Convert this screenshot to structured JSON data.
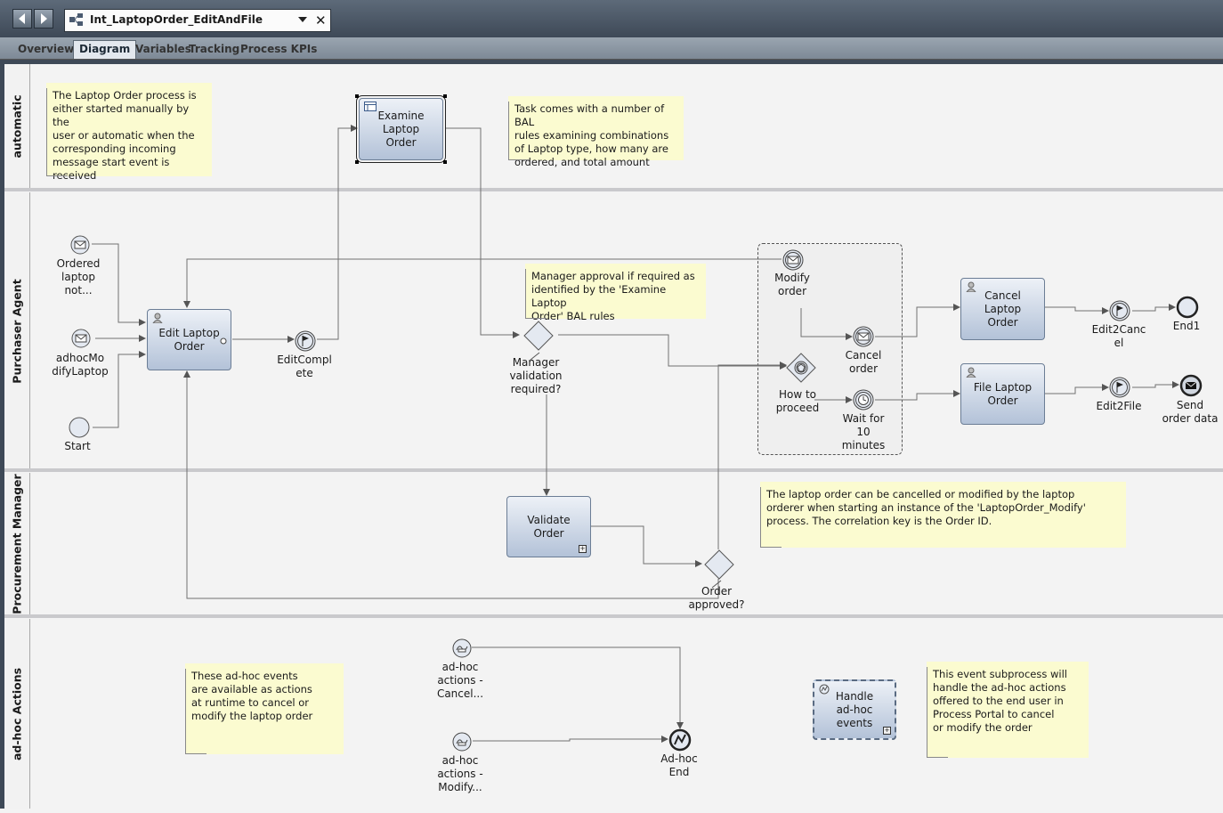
{
  "window": {
    "title": "Int_LaptopOrder_EditAndFile",
    "back_icon": "back-arrow-icon",
    "forward_icon": "forward-arrow-icon",
    "close_icon": "close-icon"
  },
  "tabs": [
    {
      "label": "Overview"
    },
    {
      "label": "Diagram"
    },
    {
      "label": "Variables"
    },
    {
      "label": "Tracking"
    },
    {
      "label": "Process KPIs"
    }
  ],
  "lanes": [
    {
      "label": "automatic"
    },
    {
      "label": "Purchaser Agent"
    },
    {
      "label": "Procurement Manager"
    },
    {
      "label": "ad-hoc Actions"
    }
  ],
  "notes": {
    "start": "The Laptop Order process is\neither started manually by the\nuser or automatic when the\ncorresponding incoming\nmessage start event is received",
    "bal": "Task comes with a number of BAL\nrules examining combinations\nof Laptop type, how many are\nordered, and total amount",
    "manager": "Manager approval if required as\nidentified by the 'Examine Laptop\nOrder' BAL rules",
    "cancel": "The laptop order can be cancelled or modified by the laptop\norderer when starting an instance of the 'LaptopOrder_Modify'\nprocess. The correlation key is the Order ID.",
    "adhoc": "These ad-hoc events\nare available as actions\nat runtime to cancel or\nmodify the laptop order",
    "subprocess": "This event subprocess will\nhandle the ad-hoc actions\noffered to the end user in\nProcess Portal to cancel\nor modify the order"
  },
  "tasks": {
    "examine": "Examine\nLaptop\nOrder",
    "edit": "Edit Laptop\nOrder",
    "validate": "Validate\nOrder",
    "cancel": "Cancel\nLaptop\nOrder",
    "file": "File Laptop\nOrder",
    "handle": "Handle\nad-hoc\nevents"
  },
  "events": {
    "ordered": "Ordered\nlaptop\nnot...",
    "adhoc_modify_start": "adhocMo\ndifyLaptop",
    "start": "Start",
    "editcomplete": "EditCompl\nete",
    "modify_order": "Modify\norder",
    "cancel_order": "Cancel\norder",
    "wait": "Wait for\n10\nminutes",
    "edit2cancel": "Edit2Canc\nel",
    "edit2file": "Edit2File",
    "end1": "End1",
    "send": "Send\norder data",
    "adhoc_cancel": "ad-hoc\nactions -\nCancel...",
    "adhoc_modify": "ad-hoc\nactions -\nModify...",
    "adhoc_end": "Ad-hoc\nEnd"
  },
  "gateways": {
    "manager_validation": "Manager\nvalidation\nrequired?",
    "how_to_proceed": "How to\nproceed",
    "order_approved": "Order\napproved?"
  }
}
